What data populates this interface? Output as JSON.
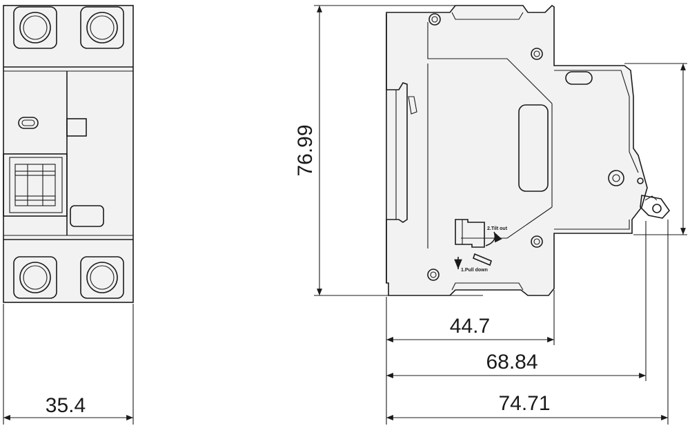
{
  "front_view": {
    "width_label": "35.4"
  },
  "side_view": {
    "height_label": "76.99",
    "depth_labels": [
      "44.7",
      "68.84",
      "74.71"
    ],
    "instructions": {
      "step2": "2.Tilt out",
      "step1": "1.Pull down"
    }
  }
}
